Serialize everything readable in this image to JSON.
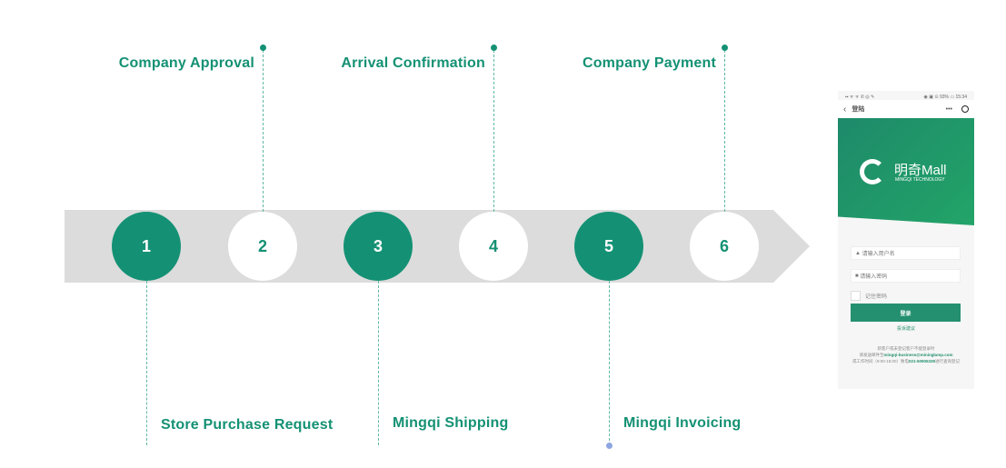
{
  "steps": [
    {
      "num": "1",
      "label": "Store Purchase Request",
      "filled": true
    },
    {
      "num": "2",
      "label": "Company Approval",
      "filled": false
    },
    {
      "num": "3",
      "label": "Mingqi Shipping",
      "filled": true
    },
    {
      "num": "4",
      "label": "Arrival Confirmation",
      "filled": false
    },
    {
      "num": "5",
      "label": "Mingqi Invoicing",
      "filled": true
    },
    {
      "num": "6",
      "label": "Company Payment",
      "filled": false
    }
  ],
  "phone": {
    "status_left": "▪▪ ᯤ ᯤ ✆ ◎ ✎",
    "status_right": "◉ ▣ ⊙ 93% ▭ 15:34",
    "back_label": "‹",
    "title": "登陆",
    "menu": "•••",
    "brand_cn": "明奇Mall",
    "brand_en": "MINGQI TECHNOLOGY",
    "username_placeholder": "请输入用户名",
    "password_placeholder": "请输入密码",
    "remember": "记住密码",
    "login_button": "登录",
    "feedback_link": "投诉建议",
    "footer_line1": "新客户或未登记客户不能登录时",
    "footer_line2_prefix": "请发送邮件至",
    "footer_email": "mingqi-business@mininglamp.com",
    "footer_line3_prefix": "或工作时间（9:00-18:00）致电",
    "footer_phone": "021-50905339",
    "footer_line3_suffix": "进行查询登记"
  },
  "colors": {
    "accent": "#149174",
    "band": "#dcdcdc"
  }
}
